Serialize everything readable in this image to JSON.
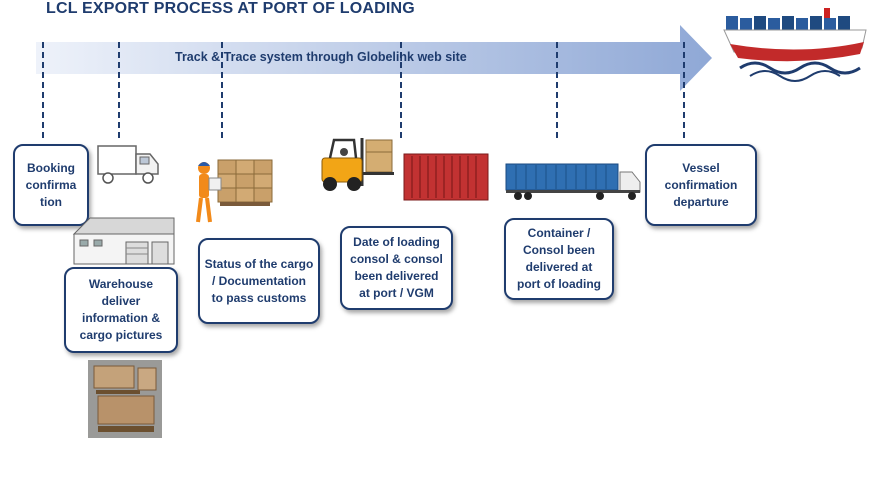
{
  "title": "LCL EXPORT PROCESS AT PORT OF LOADING",
  "timeline": {
    "label": "Track & Trace system through Globelink web site"
  },
  "steps": [
    {
      "text": "Booking\nconfirma\ntion"
    },
    {
      "text": "Warehouse\ndeliver\ninformation &\ncargo pictures"
    },
    {
      "text": "Status of the cargo\n/ Documentation\nto pass customs"
    },
    {
      "text": "Date of loading\nconsol  & consol\nbeen delivered\nat port / VGM"
    },
    {
      "text": "Container /\nConsol been\ndelivered at\nport of loading"
    },
    {
      "text": "Vessel\nconfirmation\ndeparture"
    }
  ],
  "colors": {
    "accent": "#1f3c6e",
    "arrow": "#a9bde0"
  },
  "icons": [
    "truck-icon",
    "warehouse-icon",
    "worker-with-boxes-icon",
    "forklift-icon",
    "red-container-icon",
    "container-truck-icon",
    "cargo-ship-icon",
    "cargo-pallet-photo"
  ]
}
